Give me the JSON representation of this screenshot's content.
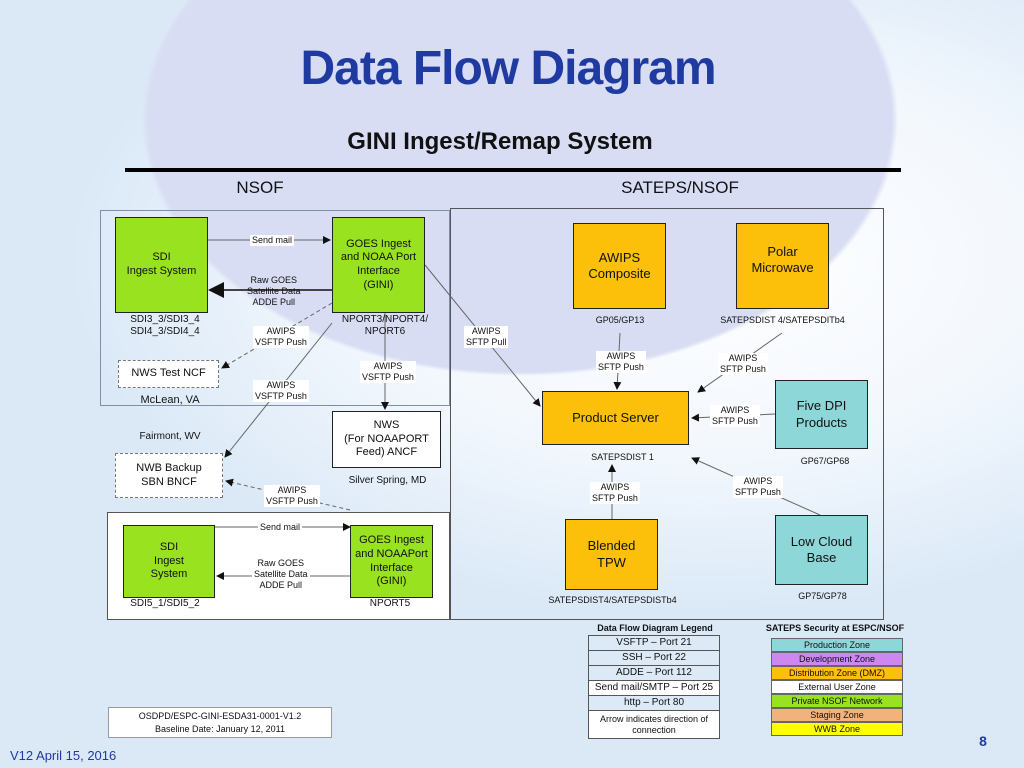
{
  "title": "Data Flow Diagram",
  "subtitle": "GINI Ingest/Remap System",
  "sections": {
    "left": "NSOF",
    "right": "SATEPS/NSOF"
  },
  "nodes": {
    "sdi_top": "SDI\nIngest System",
    "goes_top": "GOES Ingest\nand NOAA Port\nInterface\n(GINI)",
    "nws_test": "NWS Test NCF",
    "nwb_backup": "NWB Backup\nSBN BNCF",
    "nws_ancf": "NWS\n(For NOAAPORT\nFeed) ANCF",
    "sdi_bottom": "SDI\nIngest\nSystem",
    "goes_bottom": "GOES Ingest\nand NOAAPort\nInterface\n(GINI)",
    "awips_composite": "AWIPS\nComposite",
    "polar": "Polar\nMicrowave",
    "product_server": "Product Server",
    "five_dpi": "Five DPI\nProducts",
    "blended": "Blended\nTPW",
    "low_cloud": "Low Cloud\nBase"
  },
  "captions": {
    "sdi_top": "SDI3_3/SDI3_4\nSDI4_3/SDI4_4",
    "goes_top": "NPORT3/NPORT4/\nNPORT6",
    "mclean": "McLean, VA",
    "fairmont": "Fairmont, WV",
    "silver_spring": "Silver Spring, MD",
    "sdi_bottom": "SDI5_1/SDI5_2",
    "goes_bottom": "NPORT5",
    "awips_composite": "GP05/GP13",
    "polar": "SATEPSDIST 4/SATEPSDITb4",
    "product_server": "SATEPSDIST 1",
    "five_dpi": "GP67/GP68",
    "blended": "SATEPSDIST4/SATEPSDISTb4",
    "low_cloud": "GP75/GP78"
  },
  "edges": {
    "send_mail": "Send mail",
    "raw_goes": "Raw GOES\nSatellite Data\nADDE Pull",
    "vsftp_push": "AWIPS\nVSFTP Push",
    "sftp_pull": "AWIPS\nSFTP Pull",
    "sftp_push": "AWIPS\nSFTP Push"
  },
  "legend": {
    "title": "Data Flow Diagram Legend",
    "rows": [
      "VSFTP – Port 21",
      "SSH – Port 22",
      "ADDE – Port 112",
      "Send mail/SMTP – Port 25",
      "http – Port 80",
      "Arrow indicates direction of\nconnection"
    ]
  },
  "security": {
    "title": "SATEPS Security at ESPC/NSOF",
    "zones": [
      {
        "label": "Production Zone",
        "color": "#8dd7d8"
      },
      {
        "label": "Development Zone",
        "color": "#cc88f0"
      },
      {
        "label": "Distribution Zone (DMZ)",
        "color": "#fcbf0a"
      },
      {
        "label": "External User Zone",
        "color": "#ffffff"
      },
      {
        "label": "Private NSOF Network",
        "color": "#99e21f"
      },
      {
        "label": "Staging Zone",
        "color": "#f2b27e"
      },
      {
        "label": "WWB Zone",
        "color": "#ffff00"
      }
    ]
  },
  "doc": {
    "id": "OSDPD/ESPC-GINI-ESDA31-0001-V1.2",
    "baseline": "Baseline Date: January 12, 2011"
  },
  "page_number": "8",
  "version": "V12 April 15, 2016"
}
